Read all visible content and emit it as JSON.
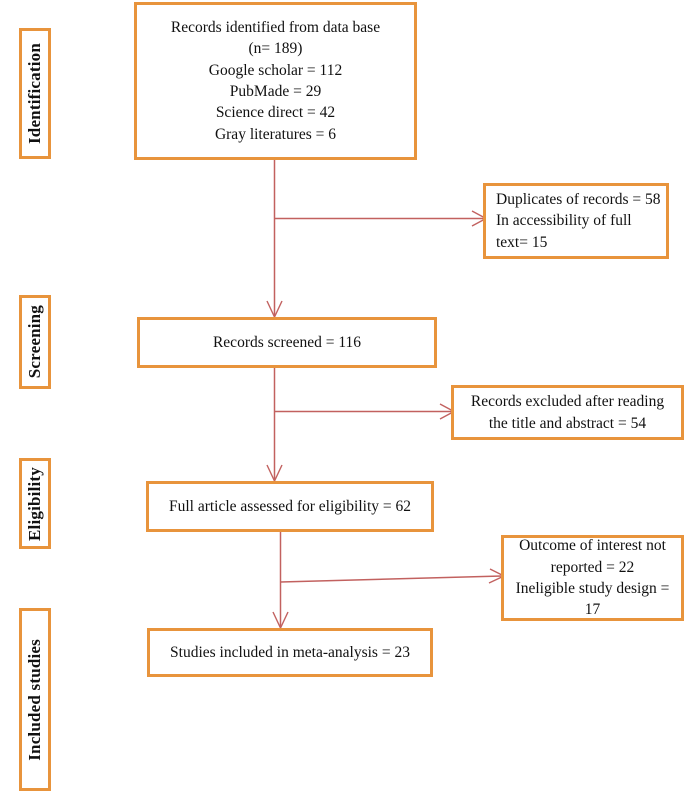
{
  "diagram": {
    "title": "PRISMA study selection flow diagram",
    "colors": {
      "box_border": "#E8943C",
      "connector": "#C2615F",
      "text": "#111111",
      "background": "#FFFFFF"
    }
  },
  "stages": [
    {
      "id": "identification",
      "label": "Identification"
    },
    {
      "id": "screening",
      "label": "Screening"
    },
    {
      "id": "eligibility",
      "label": "Eligibility"
    },
    {
      "id": "included",
      "label": "Included studies"
    }
  ],
  "boxes": {
    "identified": {
      "lines": [
        "Records identified from data base",
        "(n= 189)",
        "Google scholar = 112",
        "PubMade = 29",
        "Science direct = 42",
        "Gray literatures = 6"
      ]
    },
    "duplicates": {
      "lines": [
        "Duplicates of records = 58",
        "In accessibility of full",
        "text= 15"
      ]
    },
    "screened": {
      "lines": [
        "Records screened = 116"
      ]
    },
    "excluded_title_abstract": {
      "lines": [
        "Records excluded after reading",
        "the title and abstract = 54"
      ]
    },
    "full_article": {
      "lines": [
        "Full article assessed for eligibility = 62"
      ]
    },
    "excluded_outcome": {
      "lines": [
        "Outcome of interest not",
        "reported = 22",
        "",
        "Ineligible study design =",
        "17"
      ]
    },
    "included_studies": {
      "lines": [
        "Studies included in meta-analysis = 23"
      ]
    }
  },
  "chart_data": {
    "type": "diagram",
    "title": "PRISMA flow of study selection",
    "nodes": [
      {
        "id": "identified",
        "stage": "Identification",
        "label": "Records identified from data base (n= 189)",
        "count": 189,
        "breakdown": [
          {
            "source": "Google scholar",
            "count": 112
          },
          {
            "source": "PubMade",
            "count": 29
          },
          {
            "source": "Science direct",
            "count": 42
          },
          {
            "source": "Gray literatures",
            "count": 6
          }
        ]
      },
      {
        "id": "duplicates",
        "stage": "Identification",
        "label": "Duplicates of records = 58; In accessibility of full text= 15",
        "breakdown": [
          {
            "reason": "Duplicates of records",
            "count": 58
          },
          {
            "reason": "In accessibility of full text",
            "count": 15
          }
        ]
      },
      {
        "id": "screened",
        "stage": "Screening",
        "label": "Records screened = 116",
        "count": 116
      },
      {
        "id": "excluded_title_abstract",
        "stage": "Screening",
        "label": "Records excluded after reading the title and abstract = 54",
        "count": 54
      },
      {
        "id": "full_article",
        "stage": "Eligibility",
        "label": "Full article assessed for eligibility = 62",
        "count": 62
      },
      {
        "id": "excluded_outcome",
        "stage": "Eligibility",
        "label": "Outcome of interest not reported = 22; Ineligible study design = 17",
        "breakdown": [
          {
            "reason": "Outcome of interest not reported",
            "count": 22
          },
          {
            "reason": "Ineligible study design",
            "count": 17
          }
        ]
      },
      {
        "id": "included_studies",
        "stage": "Included studies",
        "label": "Studies included in meta-analysis = 23",
        "count": 23
      }
    ],
    "edges": [
      {
        "from": "identified",
        "to": "screened",
        "type": "down-arrow"
      },
      {
        "from": "identified",
        "to": "duplicates",
        "type": "right-arrow"
      },
      {
        "from": "screened",
        "to": "full_article",
        "type": "down-arrow"
      },
      {
        "from": "screened",
        "to": "excluded_title_abstract",
        "type": "right-arrow"
      },
      {
        "from": "full_article",
        "to": "included_studies",
        "type": "down-arrow"
      },
      {
        "from": "full_article",
        "to": "excluded_outcome",
        "type": "right-arrow"
      }
    ]
  }
}
